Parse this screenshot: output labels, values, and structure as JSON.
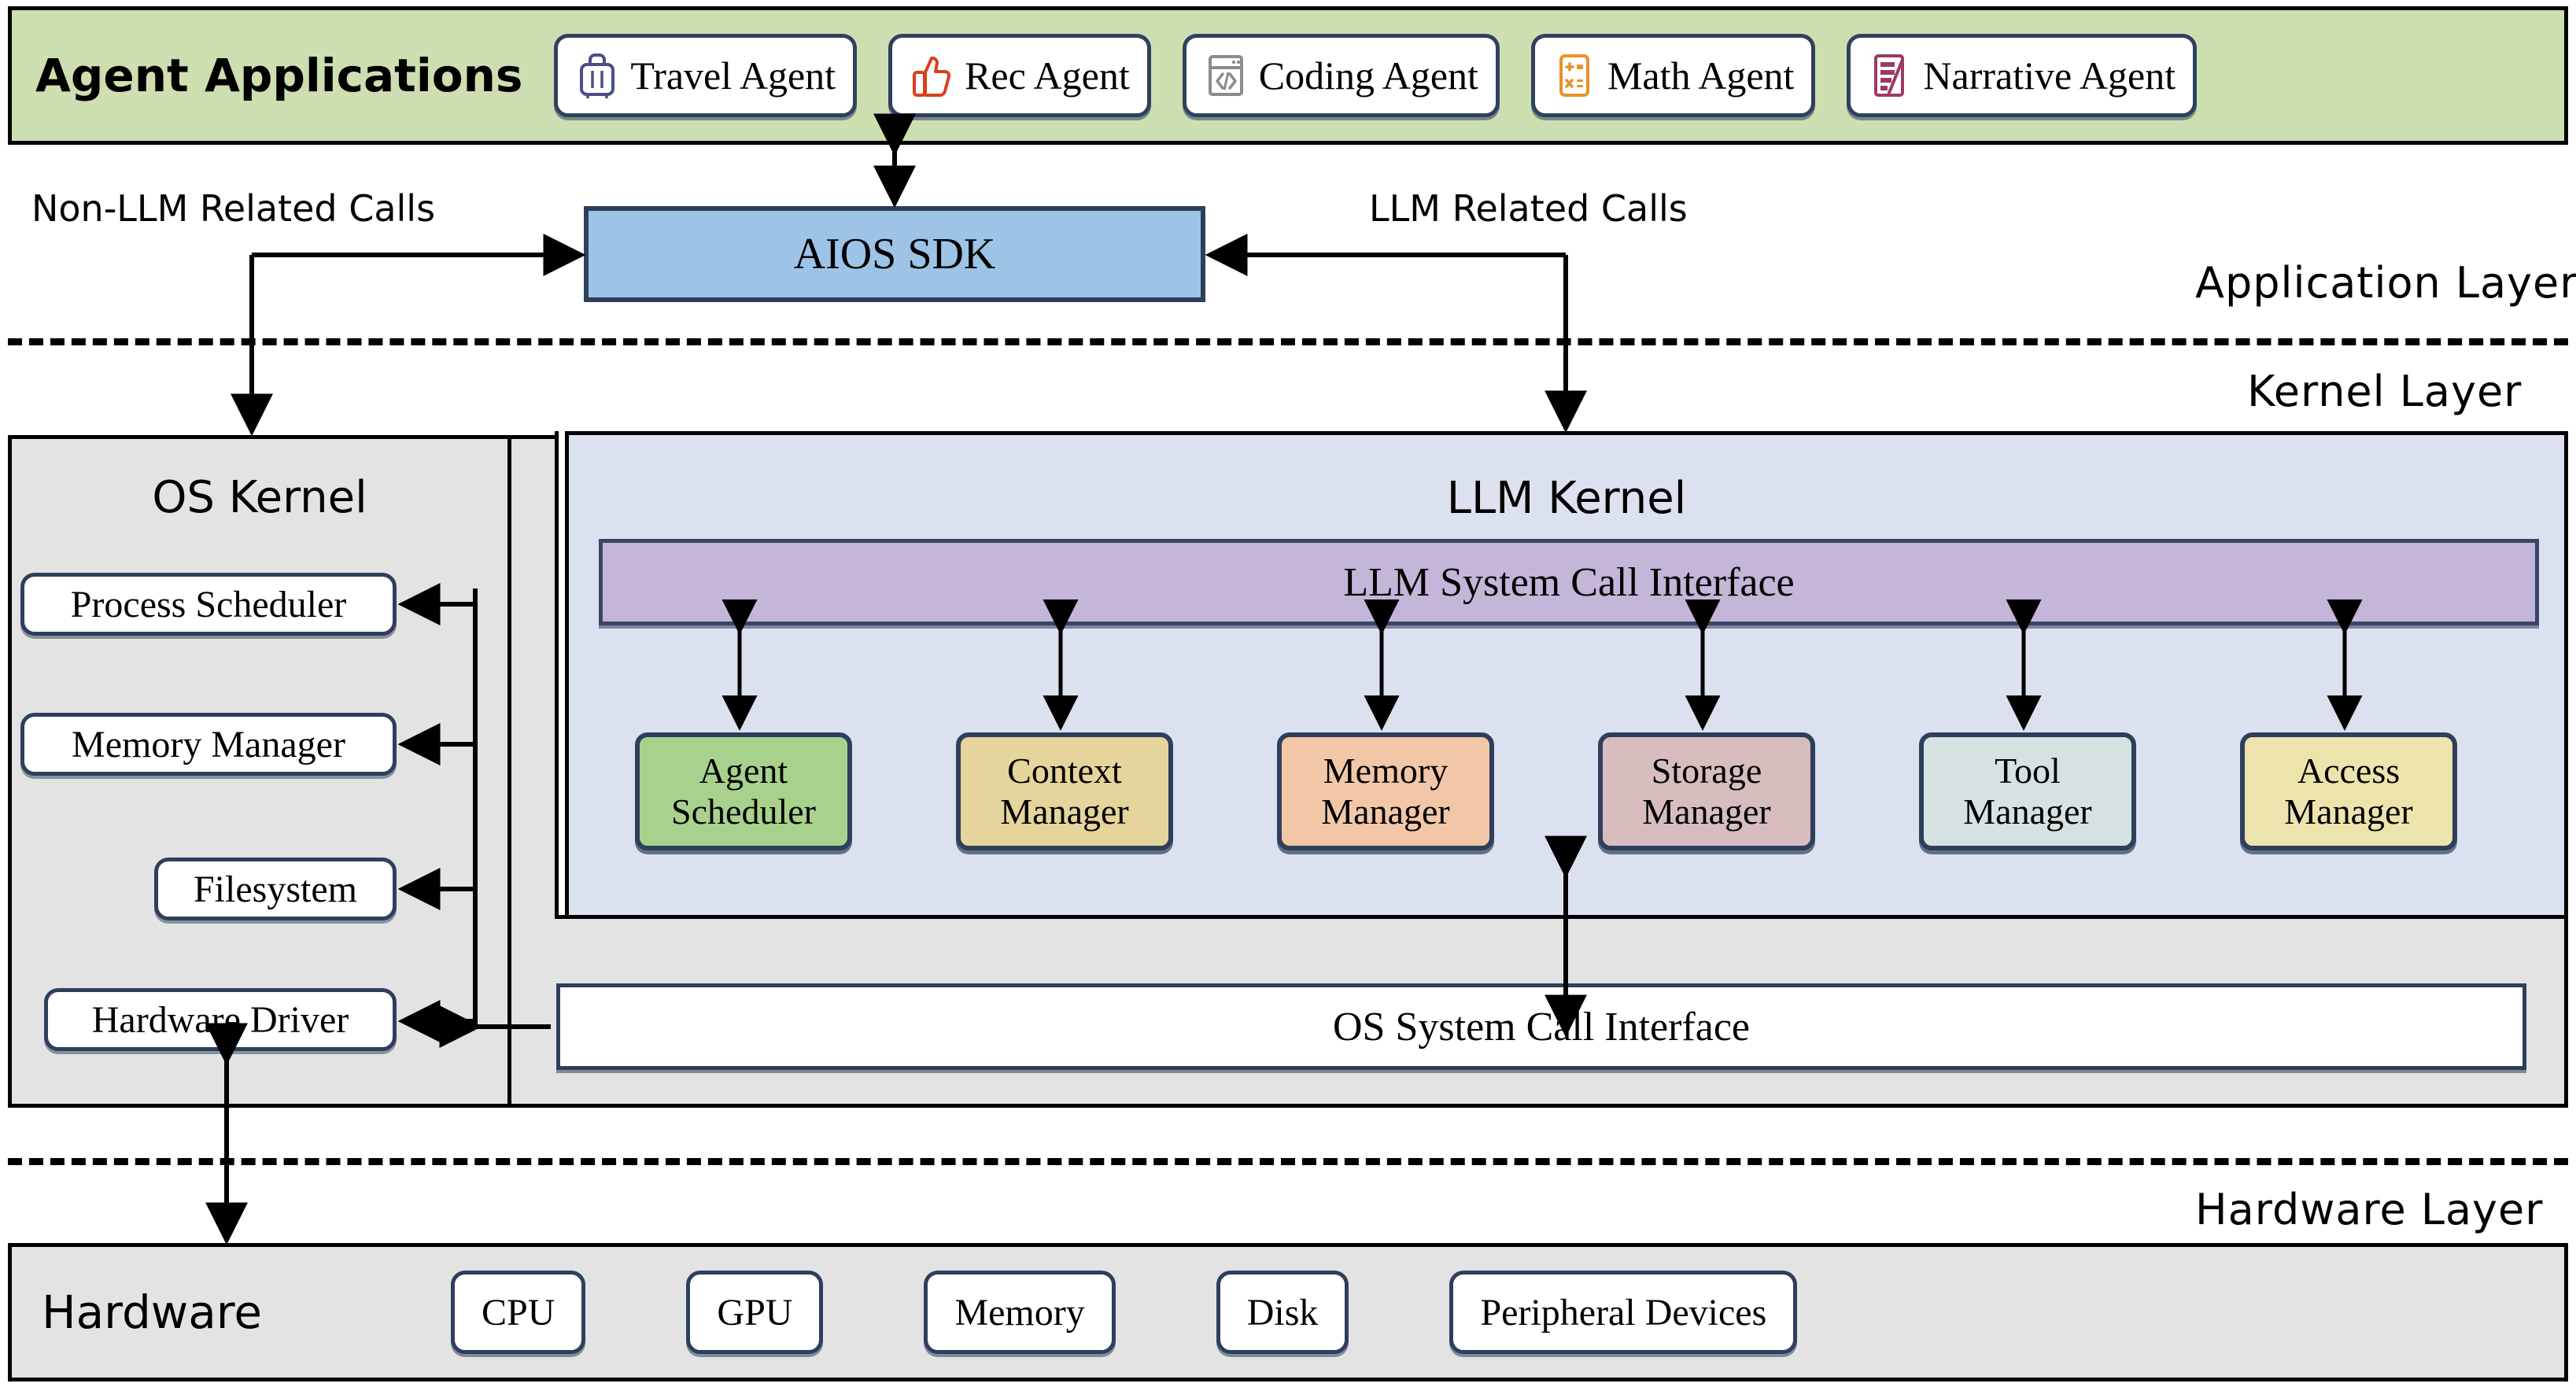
{
  "application_layer": {
    "caption": "Application Layer",
    "band_title": "Agent Applications",
    "band_color": "#CDDFB0",
    "agents": [
      {
        "label": "Travel Agent",
        "icon": "suitcase-icon",
        "icon_color": "#4A4F86"
      },
      {
        "label": "Rec Agent",
        "icon": "thumbs-up-icon",
        "icon_color": "#D9401F"
      },
      {
        "label": "Coding Agent",
        "icon": "code-window-icon",
        "icon_color": "#8C8C8C"
      },
      {
        "label": "Math Agent",
        "icon": "calculator-icon",
        "icon_color": "#E8912A"
      },
      {
        "label": "Narrative Agent",
        "icon": "notepad-pen-icon",
        "icon_color": "#9C3A63"
      }
    ],
    "sdk": {
      "label": "AIOS SDK",
      "color": "#9DC3E6"
    },
    "edge_labels": {
      "left": "Non-LLM Related Calls",
      "right": "LLM Related Calls"
    }
  },
  "kernel_layer": {
    "caption": "Kernel Layer",
    "os_kernel": {
      "title": "OS Kernel",
      "color": "#E3E3E3",
      "items": [
        {
          "label": "Process Scheduler"
        },
        {
          "label": "Memory Manager"
        },
        {
          "label": "Filesystem"
        },
        {
          "label": "Hardware Driver"
        }
      ]
    },
    "llm_kernel": {
      "title": "LLM Kernel",
      "color": "#DCE1F0",
      "syscall_interface": {
        "label": "LLM System Call Interface",
        "color": "#C3B6D8"
      },
      "managers": [
        {
          "line1": "Agent",
          "line2": "Scheduler",
          "color": "#A9D18E"
        },
        {
          "line1": "Context",
          "line2": "Manager",
          "color": "#E5D49B"
        },
        {
          "line1": "Memory",
          "line2": "Manager",
          "color": "#F2C7A8"
        },
        {
          "line1": "Storage",
          "line2": "Manager",
          "color": "#D7BDBD"
        },
        {
          "line1": "Tool",
          "line2": "Manager",
          "color": "#D6E1E1"
        },
        {
          "line1": "Access",
          "line2": "Manager",
          "color": "#EDE4AD"
        }
      ]
    },
    "os_syscall_interface": {
      "label": "OS System Call Interface"
    }
  },
  "hardware_layer": {
    "caption": "Hardware Layer",
    "band_title": "Hardware",
    "color": "#E3E3E3",
    "devices": [
      {
        "label": "CPU"
      },
      {
        "label": "GPU"
      },
      {
        "label": "Memory"
      },
      {
        "label": "Disk"
      },
      {
        "label": "Peripheral Devices"
      }
    ]
  }
}
